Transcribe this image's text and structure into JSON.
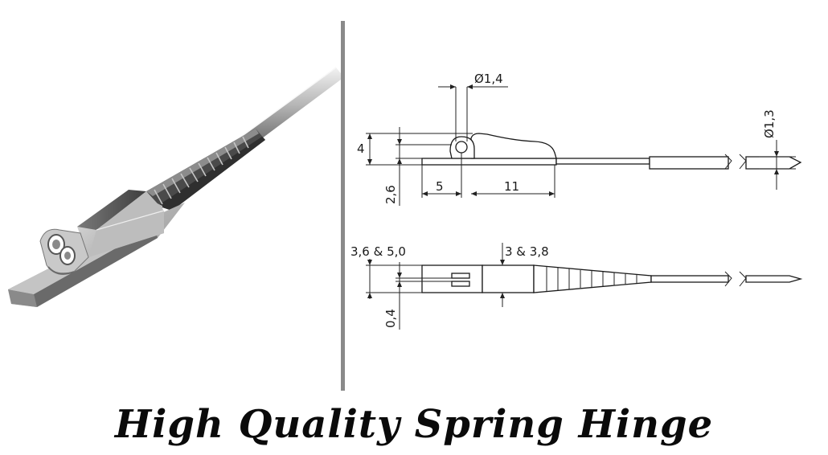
{
  "caption": "High Quality Spring Hinge",
  "dimensions": {
    "hole_diameter": "Ø1,4",
    "height": "4",
    "thickness": "2,6",
    "len_a": "5",
    "len_b": "11",
    "wire_diameter": "Ø1,3",
    "width_outer": "3,6 & 5,0",
    "width_inner": "3 & 3,8",
    "gap": "0,4"
  },
  "colors": {
    "divider": "#8a8a8a",
    "metal_light": "#d9d9d9",
    "metal_dark": "#555555"
  }
}
